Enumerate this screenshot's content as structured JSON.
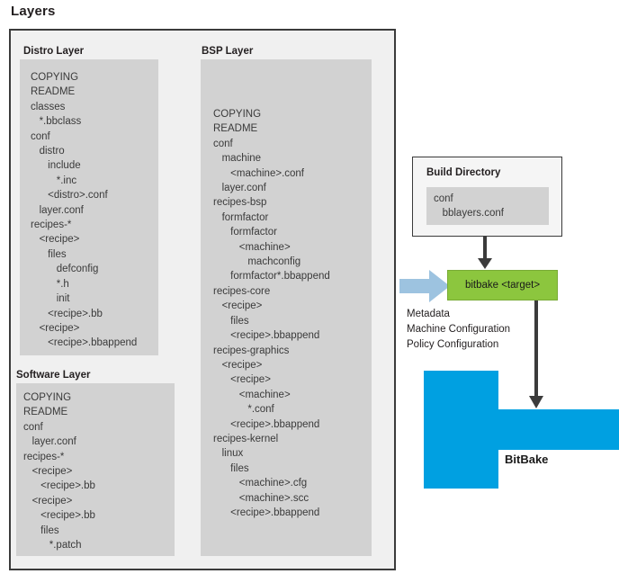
{
  "page": {
    "title": "Layers"
  },
  "layers_frame": {
    "distro": {
      "label": "Distro Layer",
      "tree": [
        "COPYING",
        "README",
        "classes",
        "   *.bbclass",
        "conf",
        "   distro",
        "      include",
        "         *.inc",
        "      <distro>.conf",
        "   layer.conf",
        "recipes-*",
        "   <recipe>",
        "      files",
        "         defconfig",
        "         *.h",
        "         init",
        "      <recipe>.bb",
        "   <recipe>",
        "      <recipe>.bbappend"
      ]
    },
    "software": {
      "label": "Software Layer",
      "tree": [
        "COPYING",
        "README",
        "conf",
        "   layer.conf",
        "recipes-*",
        "   <recipe>",
        "      <recipe>.bb",
        "   <recipe>",
        "      <recipe>.bb",
        "      files",
        "         *.patch"
      ]
    },
    "bsp": {
      "label": "BSP Layer",
      "tree": [
        "COPYING",
        "README",
        "conf",
        "   machine",
        "      <machine>.conf",
        "   layer.conf",
        "recipes-bsp",
        "   formfactor",
        "      formfactor",
        "         <machine>",
        "            machconfig",
        "      formfactor*.bbappend",
        "recipes-core",
        "   <recipe>",
        "      files",
        "      <recipe>.bbappend",
        "recipes-graphics",
        "   <recipe>",
        "      <recipe>",
        "         <machine>",
        "            *.conf",
        "      <recipe>.bbappend",
        "recipes-kernel",
        "   linux",
        "      files",
        "         <machine>.cfg",
        "         <machine>.scc",
        "      <recipe>.bbappend"
      ]
    }
  },
  "build_directory": {
    "title": "Build Directory",
    "tree": [
      "conf",
      "   bblayers.conf"
    ]
  },
  "bitbake_command": {
    "label": "bitbake <target>"
  },
  "inputs": {
    "lines": [
      "Metadata",
      "Machine Configuration",
      "Policy Configuration"
    ]
  },
  "bitbake_blob": {
    "label": "BitBake"
  },
  "colors": {
    "frame_border": "#3b3b3b",
    "tree_box": "#d2d2d2",
    "frame_fill": "#f0f0f0",
    "build_dir_fill": "#f5f5f5",
    "bitbake_green": "#8cc63e",
    "blob_blue": "#00a0e1",
    "fat_arrow_blue": "#9dc3e0",
    "arrow_dark": "#3b3b3b"
  }
}
